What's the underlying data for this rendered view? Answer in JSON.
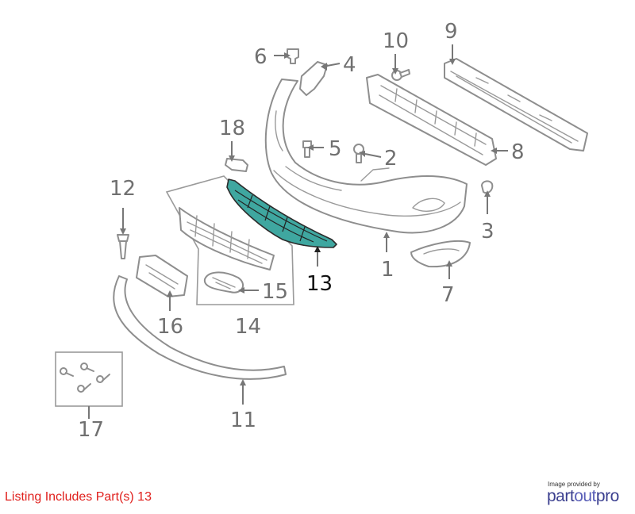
{
  "listing_text": "Listing Includes Part(s) 13",
  "credit": {
    "provided_by": "Image provided by",
    "brand_part1": "part",
    "brand_part2": "out",
    "brand_part3": "pro"
  },
  "callouts": {
    "p1": "1",
    "p2": "2",
    "p3": "3",
    "p4": "4",
    "p5": "5",
    "p6": "6",
    "p7": "7",
    "p8": "8",
    "p9": "9",
    "p10": "10",
    "p11": "11",
    "p12": "12",
    "p13": "13",
    "p14": "14",
    "p15": "15",
    "p16": "16",
    "p17": "17",
    "p18": "18"
  },
  "selected_part": "13",
  "colors": {
    "highlight": "#3fa7a0",
    "listing": "#e0201d",
    "brand": "#3b3f8f"
  }
}
